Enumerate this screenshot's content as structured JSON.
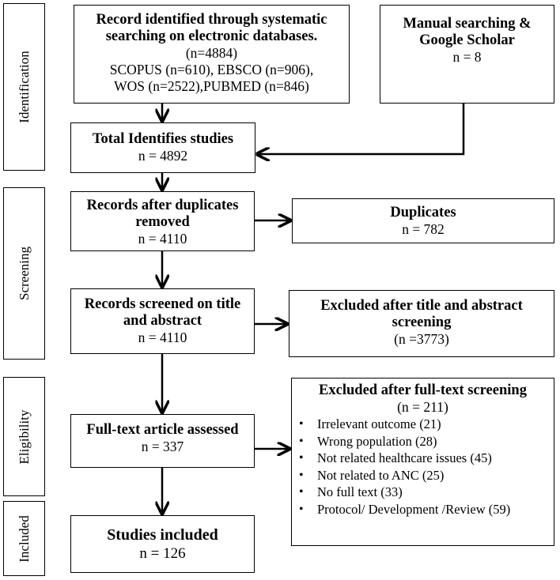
{
  "phases": {
    "identification": "Identification",
    "screening": "Screening",
    "eligibility": "Eligibility",
    "included": "Included"
  },
  "identified": {
    "title_line1": "Record identified through systematic",
    "title_line2": "searching on electronic databases.",
    "count": "(n=4884)",
    "db_line1": "SCOPUS (n=610), EBSCO (n=906),",
    "db_line2": "WOS (n=2522),PUBMED (n=846)"
  },
  "manual": {
    "title_line1": "Manual searching &",
    "title_line2": "Google Scholar",
    "count": "n = 8"
  },
  "total": {
    "title": "Total Identifies studies",
    "count": "n = 4892"
  },
  "after_duplicates": {
    "title_line1": "Records after duplicates",
    "title_line2": "removed",
    "count": "n =  4110"
  },
  "duplicates": {
    "title": "Duplicates",
    "count": "n = 782"
  },
  "screened": {
    "title_line1": "Records screened on title",
    "title_line2": "and abstract",
    "count": "n = 4110"
  },
  "excluded_title": {
    "title_line1": "Excluded after title and abstract",
    "title_line2": "screening",
    "count": "(n =3773)"
  },
  "fulltext": {
    "title": "Full-text article assessed",
    "count": "n = 337"
  },
  "excluded_fulltext": {
    "title": "Excluded after full-text screening",
    "count": "(n = 211)",
    "reasons": [
      "Irrelevant outcome  (21)",
      "Wrong population (28)",
      "Not related healthcare issues  (45)",
      "Not related to ANC (25)",
      "No full text (33)",
      "Protocol/ Development /Review (59)"
    ]
  },
  "included": {
    "title": "Studies included",
    "count": "n = 126"
  }
}
